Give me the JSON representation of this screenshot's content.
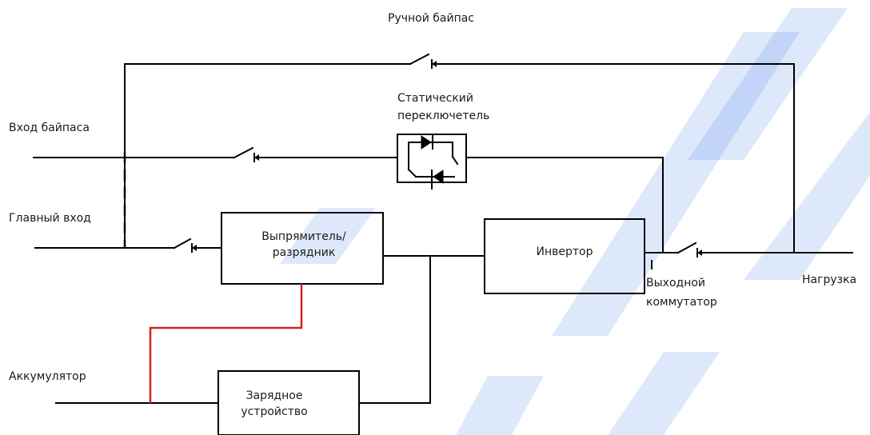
{
  "labels": {
    "manual_bypass": "Ручной байпас",
    "bypass_input": "Вход байпаса",
    "main_input": "Главный вход",
    "battery": "Аккумулятор",
    "static_switch_line1": "Статический",
    "static_switch_line2": "переключетель",
    "output_switch_line1": "Выходной",
    "output_switch_line2": "коммутатор",
    "load": "Нагрузка"
  },
  "blocks": {
    "rectifier_line1": "Выпрямитель/",
    "rectifier_line2": "разрядник",
    "inverter": "Инвертор",
    "charger_line1": "Зарядное",
    "charger_line2": "устройство"
  },
  "colors": {
    "line": "#000000",
    "battery_link": "#d42020",
    "watermark": "#2f6fe8"
  }
}
